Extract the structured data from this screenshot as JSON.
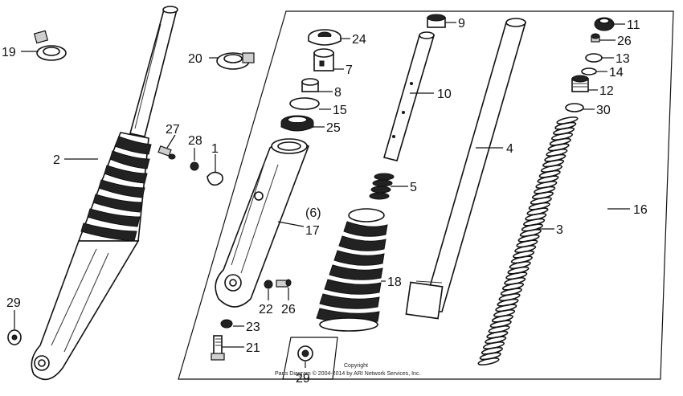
{
  "callouts": [
    {
      "id": "c19",
      "label": "19"
    },
    {
      "id": "c20",
      "label": "20"
    },
    {
      "id": "c2",
      "label": "2"
    },
    {
      "id": "c27",
      "label": "27"
    },
    {
      "id": "c28",
      "label": "28"
    },
    {
      "id": "c1",
      "label": "1"
    },
    {
      "id": "c29a",
      "label": "29"
    },
    {
      "id": "c24",
      "label": "24"
    },
    {
      "id": "c7",
      "label": "7"
    },
    {
      "id": "c8",
      "label": "8"
    },
    {
      "id": "c15",
      "label": "15"
    },
    {
      "id": "c25",
      "label": "25"
    },
    {
      "id": "c6",
      "label": "(6)"
    },
    {
      "id": "c17",
      "label": "17"
    },
    {
      "id": "c22",
      "label": "22"
    },
    {
      "id": "c26a",
      "label": "26"
    },
    {
      "id": "c23",
      "label": "23"
    },
    {
      "id": "c21",
      "label": "21"
    },
    {
      "id": "c9",
      "label": "9"
    },
    {
      "id": "c10",
      "label": "10"
    },
    {
      "id": "c5",
      "label": "5"
    },
    {
      "id": "c18",
      "label": "18"
    },
    {
      "id": "c4",
      "label": "4"
    },
    {
      "id": "c11",
      "label": "11"
    },
    {
      "id": "c26b",
      "label": "26"
    },
    {
      "id": "c13",
      "label": "13"
    },
    {
      "id": "c14",
      "label": "14"
    },
    {
      "id": "c12",
      "label": "12"
    },
    {
      "id": "c30",
      "label": "30"
    },
    {
      "id": "c16",
      "label": "16"
    },
    {
      "id": "c3",
      "label": "3"
    },
    {
      "id": "c29b",
      "label": "29"
    }
  ],
  "copyright": {
    "line1": "Copyright",
    "line2": "Parts Diagram © 2004-2014 by ARI Network Services, Inc."
  }
}
